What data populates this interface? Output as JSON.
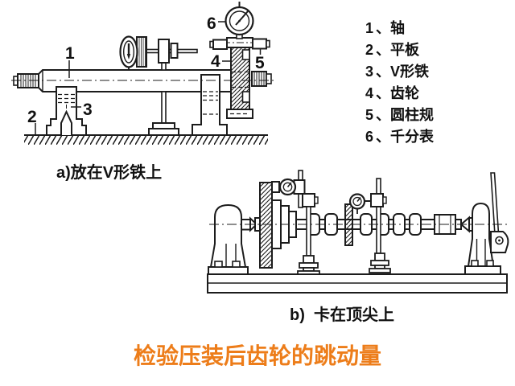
{
  "title": {
    "text": "检验压装后齿轮的跳动量",
    "color": "#ED7D1A"
  },
  "figure_a": {
    "caption": "a)放在V形铁上",
    "part_labels": [
      "1",
      "2",
      "3",
      "4",
      "5",
      "6"
    ]
  },
  "figure_b": {
    "caption": "b)  卡在顶尖上"
  },
  "legend": {
    "separator": "、",
    "items": [
      {
        "num": "1",
        "name": "轴"
      },
      {
        "num": "2",
        "name": "平板"
      },
      {
        "num": "3",
        "name": "V形铁"
      },
      {
        "num": "4",
        "name": "齿轮"
      },
      {
        "num": "5",
        "name": "圆柱规"
      },
      {
        "num": "6",
        "name": "千分表"
      }
    ]
  },
  "colors": {
    "line": "#1c1c1c",
    "background": "#ffffff",
    "title_orange": "#ED7D1A"
  }
}
